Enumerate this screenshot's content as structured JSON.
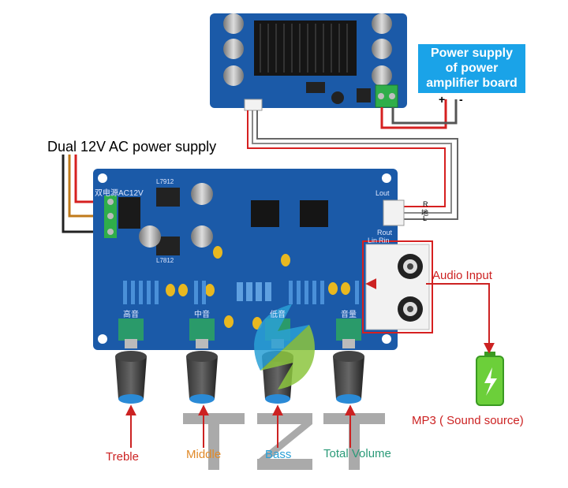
{
  "power_box": {
    "line1": "Power supply",
    "line2": "of power",
    "line3": "amplifier board"
  },
  "polarity": {
    "plus": "+",
    "minus": "-"
  },
  "ac_label": "Dual 12V AC power supply",
  "audio_input_label": "Audio Input",
  "source_label": "MP3 ( Sound source)",
  "knobs": {
    "treble": "Treble",
    "middle": "Middle",
    "bass": "Bass",
    "volume": "Total Volume"
  },
  "board_text": {
    "input_cn": "双电源AC12V",
    "treble_cn": "高音",
    "middle_cn": "中音",
    "bass_cn": "低音",
    "volume_cn": "音量",
    "r": "R",
    "gnd": "地",
    "l": "L",
    "lout": "Lout",
    "rout": "Rout",
    "rin": "Rin",
    "lin": "Lin",
    "reg_top": "L7912",
    "reg_bot": "L7812"
  },
  "watermark": "TZT",
  "colors": {
    "pcb": "#1b5aa8",
    "wire_red": "#d62020",
    "arrow_red": "#cc2222",
    "treble": "#cc2222",
    "middle": "#e08a2a",
    "bass": "#2aa0d6",
    "volume": "#2a9a78",
    "psu_box": "#1aa3e8"
  }
}
